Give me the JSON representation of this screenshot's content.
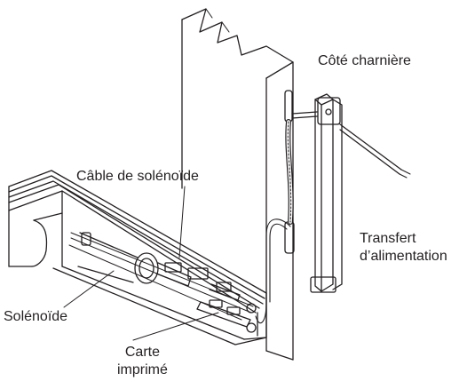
{
  "labels": {
    "hinge_side": "Côté charnière",
    "solenoid_cable": "Câble de solénoïde",
    "power_transfer_line1": "Transfert",
    "power_transfer_line2": "d’alimentation",
    "solenoid": "Solénoïde",
    "printed_board_line1": "Carte",
    "printed_board_line2": "imprimé"
  },
  "colors": {
    "line": "#231f20",
    "background": "#ffffff"
  }
}
